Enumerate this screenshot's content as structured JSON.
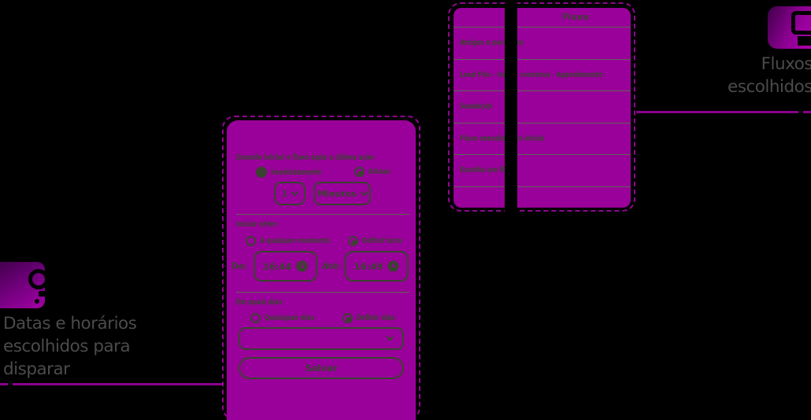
{
  "colors": {
    "accent_purple": "#9a009a",
    "dashed_border_purple": "#90068f",
    "control_ink": "#39432f",
    "annotation_gray": "#4b4b4b"
  },
  "annotations": {
    "left": {
      "icon": "calendar-icon",
      "line1": "Datas e horários",
      "line2": "escolhidos para",
      "line3": "disparar"
    },
    "right": {
      "icon": "flow-icon",
      "line1": "Fluxos",
      "line2": "escolhidos"
    }
  },
  "flow_panel": {
    "header": "Fluxo",
    "items": [
      "Amigos e parceiros",
      "Lead Frio - Iniciar conversa - Agendamento",
      "Saudação",
      "Fluxo atendimento inicial",
      "Escolha um fluxo"
    ]
  },
  "schedule_panel": {
    "title": "Quando iniciar o fluxo após a última ação",
    "immediate": "Imediatamente",
    "delay": "Atraso",
    "delay_value": "1",
    "delay_unit": "Minutos",
    "start_between": "Iniciar entre",
    "any_moment": "A qualquer momento",
    "define_time": "Definir hora",
    "from": "De:",
    "from_time": "16:44",
    "to": "Até:",
    "to_time": "16:49",
    "which_days": "Em quais dias",
    "any_day": "Quaisquer dias",
    "define_days": "Definir dias",
    "save": "Salvar"
  }
}
